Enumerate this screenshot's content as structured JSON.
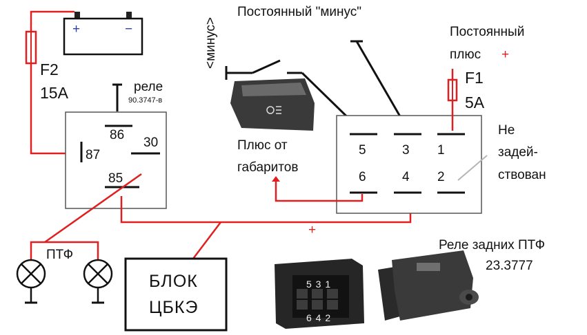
{
  "labels": {
    "constant_minus": "Постоянный \"минус\"",
    "constant_plus_line1": "Постоянный",
    "constant_plus_line2": "плюс",
    "plus_sign": "+",
    "f1_name": "F1",
    "f1_rating": "5А",
    "not_used_1": "Не",
    "not_used_2": "задей-",
    "not_used_3": "ствован",
    "plus_from_1": "Плюс от",
    "plus_from_2": "габаритов",
    "minus_vertical": "<минус>",
    "f2_name": "F2",
    "f2_rating": "15А",
    "relay_word": "реле",
    "relay_model": "90.3747-в",
    "rear_relay_1": "Реле задних ПТФ",
    "rear_relay_2": "23.3777",
    "ptf": "ПТФ",
    "block_1": "БЛОК",
    "block_2": "ЦБКЭ",
    "line_plus": "+"
  },
  "battery": {
    "plus": "+",
    "minus": "−"
  },
  "relay_pins": {
    "p86": "86",
    "p87": "87",
    "p30": "30",
    "p85": "85"
  },
  "connector_pins": {
    "p5": "5",
    "p3": "3",
    "p1": "1",
    "p6": "6",
    "p4": "4",
    "p2": "2"
  },
  "photo_pins": {
    "top": "5 3 1",
    "bottom": "6 4 2"
  },
  "colors": {
    "wire_red": "#e02020",
    "wire_black": "#111111",
    "battery_blue": "#2a3fb0"
  }
}
